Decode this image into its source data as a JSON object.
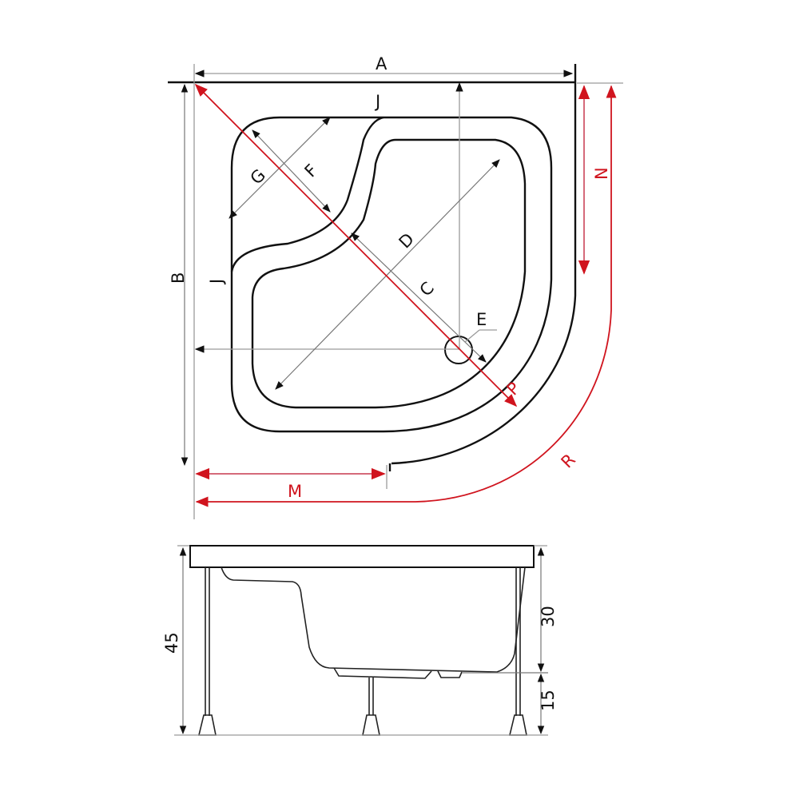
{
  "diagram": {
    "title": "Corner shower tray – plan and side elevation dimension drawing",
    "colors": {
      "outline": "#111111",
      "dimension_line": "#9a9a9a",
      "accent_red": "#d0141e"
    },
    "top_view": {
      "labels": {
        "A": "A",
        "B": "B",
        "C": "C",
        "D": "D",
        "E": "E",
        "F": "F",
        "G": "G",
        "J_top": "J",
        "J_left": "J",
        "M": "M",
        "N": "N",
        "P": "P",
        "R": "R"
      }
    },
    "side_view": {
      "labels": {
        "total_height": "45",
        "tray_depth": "30",
        "leg_clearance": "15"
      }
    }
  }
}
